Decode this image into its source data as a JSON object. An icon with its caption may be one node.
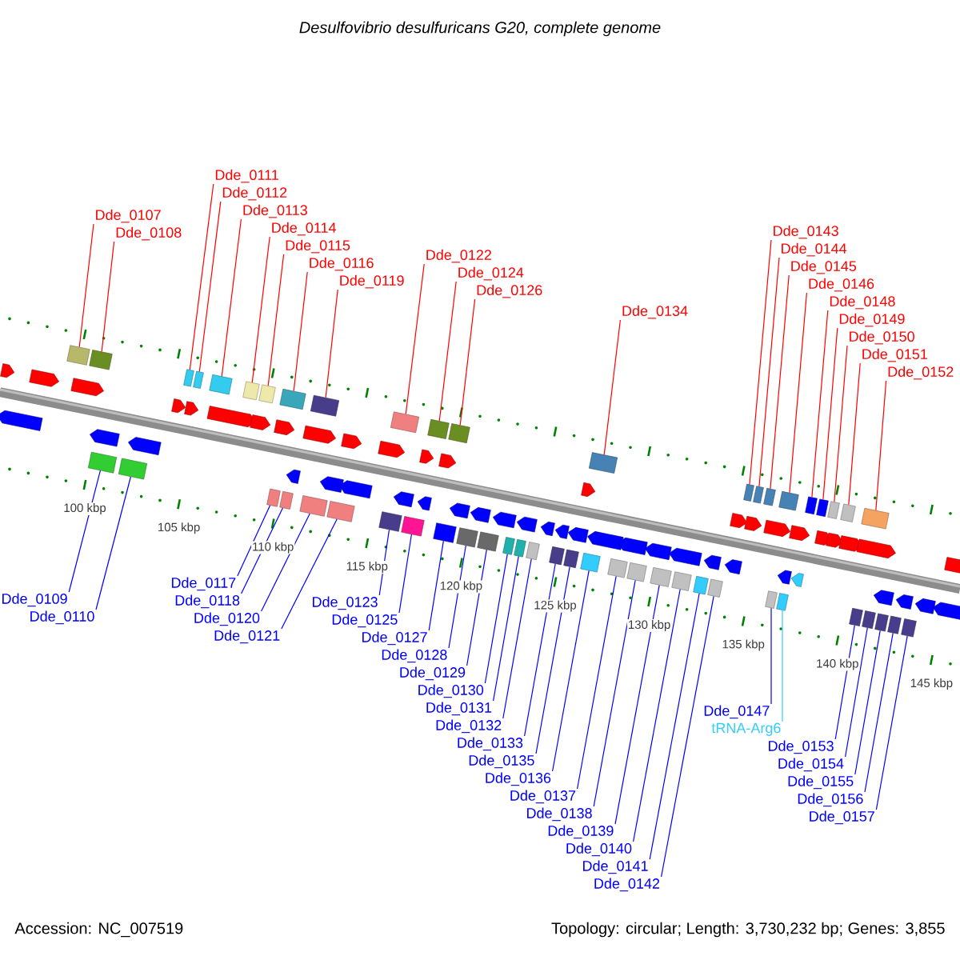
{
  "diagram": {
    "title": "Desulfovibrio desulfuricans G20, complete genome",
    "nodes": [
      {
        "text": [
          "Dde_0107"
        ]
      },
      {
        "text": [
          "Dde_0108"
        ]
      },
      {
        "text": [
          "Dde_0111"
        ]
      },
      {
        "text": [
          "Dde_0112"
        ]
      },
      {
        "text": [
          "Dde_0113"
        ]
      },
      {
        "text": [
          "Dde_0114"
        ]
      },
      {
        "text": [
          "Dde_0115"
        ]
      },
      {
        "text": [
          "Dde_0116"
        ]
      },
      {
        "text": [
          "Dde_0119"
        ]
      },
      {
        "text": [
          "Dde_0122"
        ]
      },
      {
        "text": [
          "Dde_0124"
        ]
      },
      {
        "text": [
          "Dde_0126"
        ]
      },
      {
        "text": [
          "Dde_0134"
        ]
      },
      {
        "text": [
          "Dde_0143"
        ]
      },
      {
        "text": [
          "Dde_0144"
        ]
      },
      {
        "text": [
          "Dde_0145"
        ]
      },
      {
        "text": [
          "Dde_0146"
        ]
      },
      {
        "text": [
          "Dde_0148"
        ]
      },
      {
        "text": [
          "Dde_0149"
        ]
      },
      {
        "text": [
          "Dde_0150"
        ]
      },
      {
        "text": [
          "Dde_0151"
        ]
      },
      {
        "text": [
          "Dde_0152"
        ]
      },
      {
        "text": [
          "Dde_0109"
        ]
      },
      {
        "text": [
          "Dde_0110"
        ]
      },
      {
        "text": [
          "Dde_0117"
        ]
      },
      {
        "text": [
          "Dde_0118"
        ]
      },
      {
        "text": [
          "Dde_0120"
        ]
      },
      {
        "text": [
          "Dde_0121"
        ]
      },
      {
        "text": [
          "Dde_0123"
        ]
      },
      {
        "text": [
          "Dde_0125"
        ]
      },
      {
        "text": [
          "Dde_0127"
        ]
      },
      {
        "text": [
          "Dde_0128"
        ]
      },
      {
        "text": [
          "Dde_0129"
        ]
      },
      {
        "text": [
          "Dde_0130"
        ]
      },
      {
        "text": [
          "Dde_0131"
        ]
      },
      {
        "text": [
          "Dde_0132"
        ]
      },
      {
        "text": [
          "Dde_0133"
        ]
      },
      {
        "text": [
          "Dde_0135"
        ]
      },
      {
        "text": [
          "Dde_0136"
        ]
      },
      {
        "text": [
          "Dde_0137"
        ]
      },
      {
        "text": [
          "Dde_0138"
        ]
      },
      {
        "text": [
          "Dde_0139"
        ]
      },
      {
        "text": [
          "Dde_0140"
        ]
      },
      {
        "text": [
          "Dde_0141"
        ]
      },
      {
        "text": [
          "Dde_0142"
        ]
      },
      {
        "text": [
          "Dde_0147"
        ]
      },
      {
        "text": [
          "tRNA-Arg6"
        ]
      },
      {
        "text": [
          "Dde_0154"
        ]
      },
      {
        "text": [
          "Dde_0153"
        ]
      },
      {
        "text": [
          "Dde_0155"
        ]
      },
      {
        "text": [
          "Dde_0156"
        ]
      },
      {
        "text": [
          "Dde_0157"
        ]
      },
      {
        "text": [],
        "shape": "box"
      },
      {
        "text": [],
        "shape": "box"
      },
      {
        "text": [],
        "shape": "box"
      },
      {
        "text": [],
        "shape": "box"
      },
      {
        "text": [],
        "shape": "box"
      },
      {
        "text": [],
        "shape": "box"
      },
      {
        "text": [],
        "shape": "box"
      },
      {
        "text": [],
        "shape": "box"
      },
      {
        "text": [],
        "shape": "box"
      },
      {
        "text": [],
        "shape": "box"
      },
      {
        "text": [],
        "shape": "box"
      },
      {
        "text": [],
        "shape": "box"
      },
      {
        "text": [],
        "shape": "box"
      },
      {
        "text": [],
        "shape": "box"
      },
      {
        "text": [],
        "shape": "box"
      },
      {
        "text": [],
        "shape": "box"
      },
      {
        "text": [],
        "shape": "box"
      },
      {
        "text": [],
        "shape": "box"
      },
      {
        "text": [],
        "shape": "box"
      },
      {
        "text": [],
        "shape": "box"
      },
      {
        "text": [],
        "shape": "box"
      },
      {
        "text": [],
        "shape": "box"
      },
      {
        "text": [],
        "shape": "box"
      },
      {
        "text": [],
        "shape": "box"
      },
      {
        "text": [],
        "shape": "box"
      },
      {
        "text": [],
        "shape": "box"
      },
      {
        "text": [],
        "shape": "box"
      },
      {
        "text": [],
        "shape": "box"
      },
      {
        "text": [],
        "shape": "box"
      },
      {
        "text": [],
        "shape": "box"
      },
      {
        "text": [],
        "shape": "box"
      },
      {
        "text": [],
        "shape": "box"
      },
      {
        "text": [],
        "shape": "box"
      },
      {
        "text": [],
        "shape": "box"
      },
      {
        "text": [],
        "shape": "box"
      },
      {
        "text": [],
        "shape": "box"
      },
      {
        "text": [],
        "shape": "box"
      },
      {
        "text": [],
        "shape": "box"
      },
      {
        "text": [],
        "shape": "box"
      },
      {
        "text": [],
        "shape": "box"
      },
      {
        "text": [],
        "shape": "box"
      },
      {
        "text": [],
        "shape": "box"
      },
      {
        "text": [],
        "shape": "box"
      },
      {
        "text": [],
        "shape": "box"
      },
      {
        "text": [],
        "shape": "box"
      },
      {
        "text": [],
        "shape": "box"
      },
      {
        "text": [],
        "shape": "box"
      },
      {
        "text": [],
        "shape": "box"
      },
      {
        "text": [],
        "shape": "box"
      },
      {
        "text": [],
        "shape": "box"
      },
      {
        "text": [],
        "shape": "box"
      },
      {
        "text": [],
        "shape": "box"
      }
    ],
    "edges": [
      {
        "from": 0,
        "to": 52,
        "arrow": "none",
        "color": "#ff0000"
      },
      {
        "from": 1,
        "to": 53,
        "arrow": "none",
        "color": "#ff0000"
      },
      {
        "from": 2,
        "to": 54,
        "arrow": "none",
        "color": "#ff0000"
      },
      {
        "from": 3,
        "to": 55,
        "arrow": "none",
        "color": "#ff0000"
      },
      {
        "from": 4,
        "to": 56,
        "arrow": "none",
        "color": "#ff0000"
      },
      {
        "from": 5,
        "to": 57,
        "arrow": "none",
        "color": "#ff0000"
      },
      {
        "from": 6,
        "to": 58,
        "arrow": "none",
        "color": "#ff0000"
      },
      {
        "from": 7,
        "to": 59,
        "arrow": "none",
        "color": "#ff0000"
      },
      {
        "from": 8,
        "to": 60,
        "arrow": "none",
        "color": "#ff0000"
      },
      {
        "from": 9,
        "to": 61,
        "arrow": "none",
        "color": "#ff0000"
      },
      {
        "from": 10,
        "to": 62,
        "arrow": "none",
        "color": "#ff0000"
      },
      {
        "from": 11,
        "to": 63,
        "arrow": "none",
        "color": "#ff0000"
      },
      {
        "from": 12,
        "to": 64,
        "arrow": "none",
        "color": "#ff0000"
      },
      {
        "from": 13,
        "to": 65,
        "arrow": "none",
        "color": "#ff0000"
      },
      {
        "from": 14,
        "to": 66,
        "arrow": "none",
        "color": "#ff0000"
      },
      {
        "from": 15,
        "to": 67,
        "arrow": "none",
        "color": "#ff0000"
      },
      {
        "from": 16,
        "to": 68,
        "arrow": "none",
        "color": "#ff0000"
      },
      {
        "from": 17,
        "to": 69,
        "arrow": "none",
        "color": "#ff0000"
      },
      {
        "from": 18,
        "to": 70,
        "arrow": "none",
        "color": "#ff0000"
      },
      {
        "from": 19,
        "to": 71,
        "arrow": "none",
        "color": "#ff0000"
      },
      {
        "from": 20,
        "to": 72,
        "arrow": "none",
        "color": "#ff0000"
      },
      {
        "from": 21,
        "to": 73,
        "arrow": "none",
        "color": "#ff0000"
      },
      {
        "from": 22,
        "to": 74,
        "arrow": "none"
      },
      {
        "from": 23,
        "to": 75,
        "arrow": "none"
      },
      {
        "from": 24,
        "to": 76,
        "arrow": "none"
      },
      {
        "from": 25,
        "to": 77,
        "arrow": "none"
      },
      {
        "from": 26,
        "to": 78,
        "arrow": "none"
      },
      {
        "from": 27,
        "to": 79,
        "arrow": "none"
      },
      {
        "from": 28,
        "to": 80,
        "arrow": "none"
      },
      {
        "from": 29,
        "to": 81,
        "arrow": "none"
      },
      {
        "from": 30,
        "to": 82,
        "arrow": "none"
      },
      {
        "from": 31,
        "to": 83,
        "arrow": "none"
      },
      {
        "from": 32,
        "to": 84,
        "arrow": "none"
      },
      {
        "from": 33,
        "to": 85,
        "arrow": "none"
      },
      {
        "from": 34,
        "to": 86,
        "arrow": "none"
      },
      {
        "from": 35,
        "to": 87,
        "arrow": "none"
      },
      {
        "from": 36,
        "to": 88,
        "arrow": "none"
      },
      {
        "from": 37,
        "to": 89,
        "arrow": "none"
      },
      {
        "from": 38,
        "to": 90,
        "arrow": "none"
      },
      {
        "from": 39,
        "to": 91,
        "arrow": "none"
      },
      {
        "from": 40,
        "to": 92,
        "arrow": "none"
      },
      {
        "from": 41,
        "to": 93,
        "arrow": "none"
      },
      {
        "from": 42,
        "to": 94,
        "arrow": "none"
      },
      {
        "from": 43,
        "to": 95,
        "arrow": "none"
      },
      {
        "from": 44,
        "to": 96,
        "arrow": "none"
      },
      {
        "from": 45,
        "to": 97,
        "arrow": "none"
      },
      {
        "from": 46,
        "to": 98,
        "arrow": "none",
        "color": "#33ccff"
      },
      {
        "from": 47,
        "to": 100,
        "arrow": "none"
      },
      {
        "from": 48,
        "to": 99,
        "arrow": "none"
      },
      {
        "from": 49,
        "to": 101,
        "arrow": "none"
      },
      {
        "from": 50,
        "to": 102,
        "arrow": "none"
      },
      {
        "from": 51,
        "to": 103,
        "arrow": "none"
      }
    ],
    "labels": [
      "100 kbp",
      "105 kbp",
      "110 kbp",
      "115 kbp",
      "120 kbp",
      "125 kbp",
      "130 kbp",
      "135 kbp",
      "140 kbp",
      "145 kbp",
      "Accession: NC_007519",
      "Topology: circular; Length: 3,730,232 bp; Genes: 3,855"
    ]
  }
}
